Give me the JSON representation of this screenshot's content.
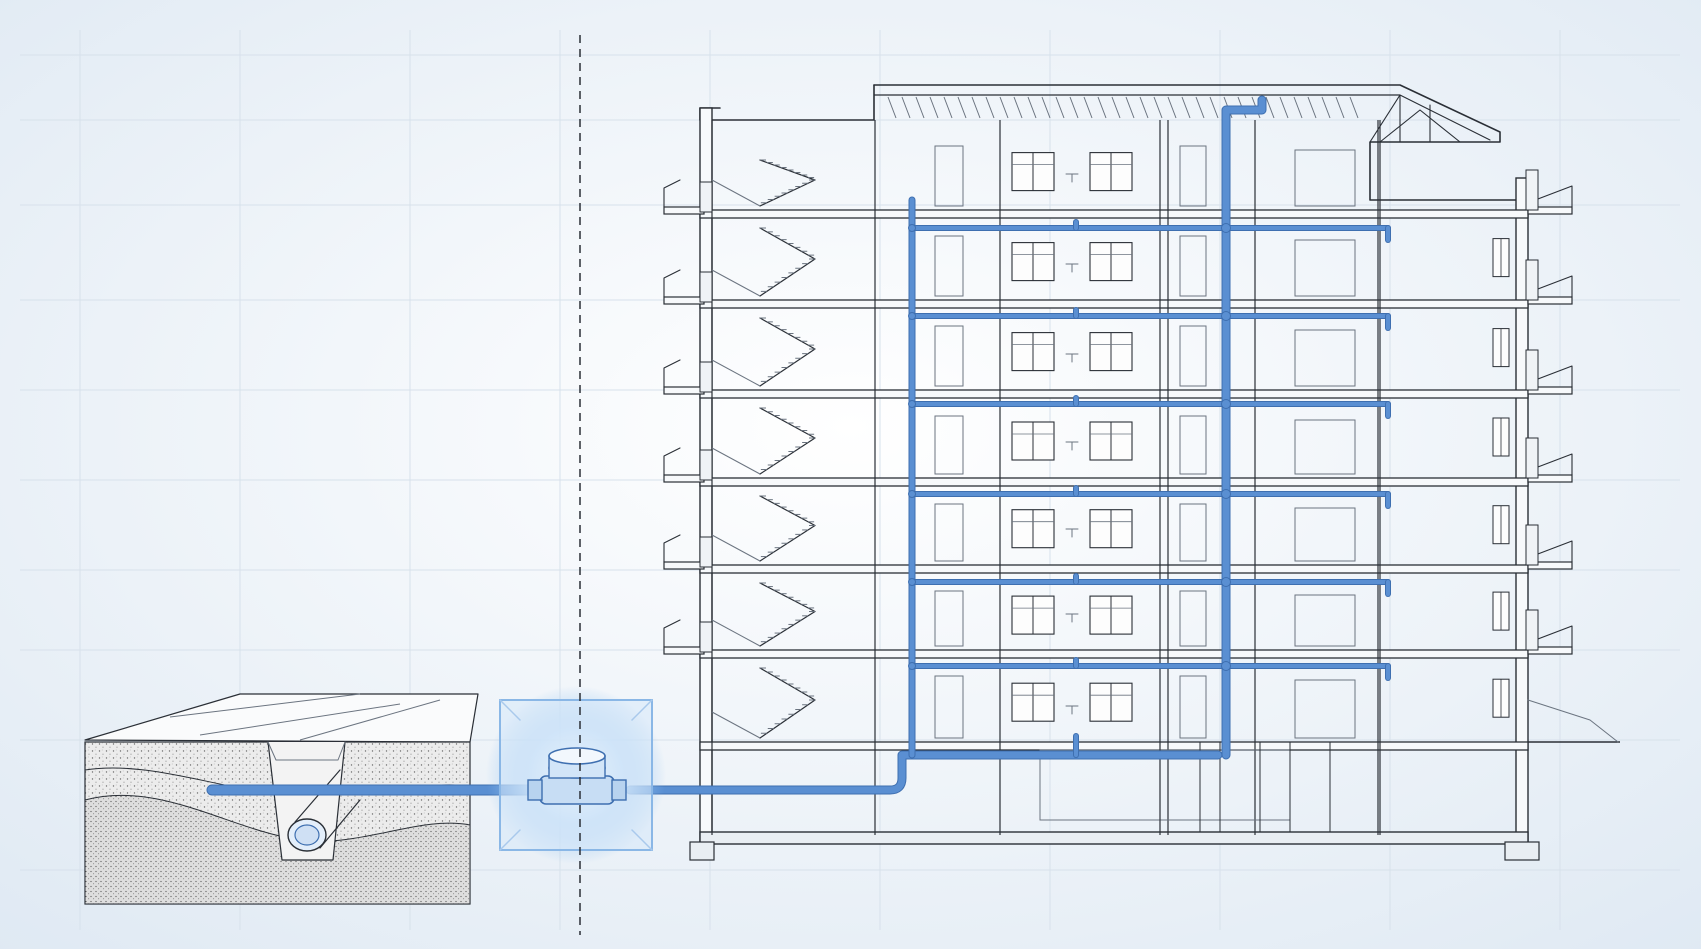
{
  "diagram": {
    "kind": "building water supply cross-section",
    "colors": {
      "background": "#f2f6fa",
      "background_edge": "#dfe9f3",
      "grid": "#d7e1eb",
      "line": "#2a2f36",
      "line_light": "#6b7480",
      "pipe": "#5a8fd2",
      "pipe_dark": "#3e6fb0",
      "meter_glow": "#8ec0f0",
      "soil_top": "#e9e9e9",
      "soil_dots": "#7a7a7a"
    },
    "floors": 8,
    "balcony_levels": 7,
    "components": [
      "water-main",
      "trench",
      "water-meter",
      "property-boundary",
      "service-line",
      "riser-main",
      "riser-secondary",
      "floor-branches",
      "staircase",
      "roof-truss"
    ]
  }
}
